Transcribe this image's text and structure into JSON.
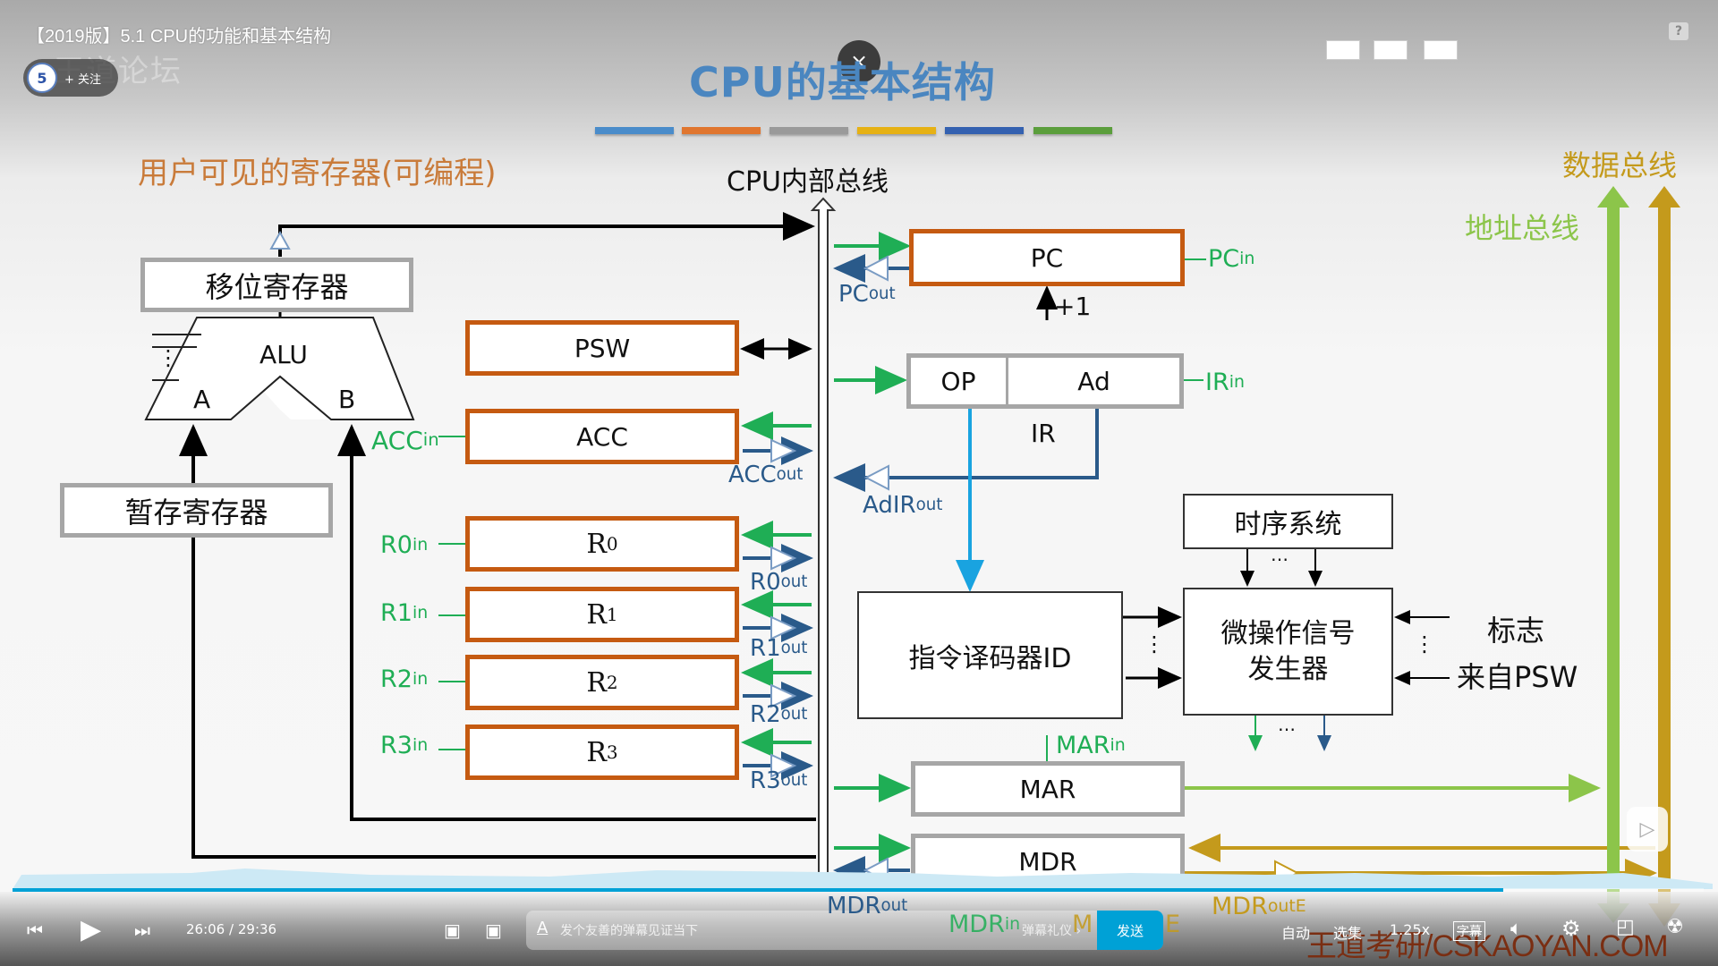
{
  "player": {
    "video_title": "【2019版】5.1 CPU的功能和基本结构",
    "follow_label": "+ 关注",
    "avatar_glyph": "5",
    "top_watermark": "王道论坛",
    "help_label": "?",
    "close_glyph": "×",
    "current_time": "26:06",
    "time_separator": "/",
    "duration": "29:36",
    "progress_fraction": 0.8817,
    "danmaku_placeholder": "发个友善的弹幕见证当下",
    "danmaku_etiquette": "弹幕礼仪 ›",
    "send_label": "发送",
    "auto_label": "自动",
    "episodes_label": "选集",
    "speed_label": "1.25x",
    "subtitle_label": "字幕",
    "site_watermark": "王道考研/CSKAOYAN.COM",
    "accent_color": "#00a1d6"
  },
  "slide": {
    "title": "CPU的基本结构",
    "title_color": "#4a86c0",
    "color_bars": [
      "#4a8cca",
      "#e0762f",
      "#9a9a9a",
      "#e6b114",
      "#3461b0",
      "#5b9e3c"
    ],
    "user_visible_label": "用户可见的寄存器(可编程)",
    "internal_bus_label": "CPU内部总线",
    "data_bus_label": "数据总线",
    "address_bus_label": "地址总线",
    "shift_register": "移位寄存器",
    "alu": {
      "label": "ALU",
      "input_a": "A",
      "input_b": "B",
      "dots": "⋮"
    },
    "temp_register": "暂存寄存器",
    "psw": "PSW",
    "acc": {
      "name": "ACC",
      "in_label": "ACC",
      "in_suffix": "in",
      "out_label": "ACC",
      "out_suffix": "out"
    },
    "registers": [
      {
        "base": "R",
        "sub": "0",
        "in_label": "R0",
        "out_label": "R0"
      },
      {
        "base": "R",
        "sub": "1",
        "in_label": "R1",
        "out_label": "R1"
      },
      {
        "base": "R",
        "sub": "2",
        "in_label": "R2",
        "out_label": "R2"
      },
      {
        "base": "R",
        "sub": "3",
        "in_label": "R3",
        "out_label": "R3"
      }
    ],
    "in_suffix": "in",
    "out_suffix": "out",
    "pc": {
      "name": "PC",
      "in_label": "PC",
      "out_label": "PC",
      "increment": "+1"
    },
    "ir": {
      "name": "IR",
      "op": "OP",
      "ad": "Ad",
      "in_label": "IR",
      "adir_out": "AdIR"
    },
    "decoder": "指令译码器ID",
    "timing": "时序系统",
    "micro_op_line1": "微操作信号",
    "micro_op_line2": "发生器",
    "flags_line1": "标志",
    "flags_line2": "来自PSW",
    "ellipsis_h": "…",
    "ellipsis_v": "⋮",
    "mar": {
      "name": "MAR",
      "in_label": "MAR"
    },
    "mdr": {
      "name": "MDR",
      "out_label": "MDR",
      "in_label": "MDR",
      "oute_label": "MDR",
      "oute_suffix": "outE",
      "ine_label": "M",
      "ine_suffix": "E"
    }
  }
}
